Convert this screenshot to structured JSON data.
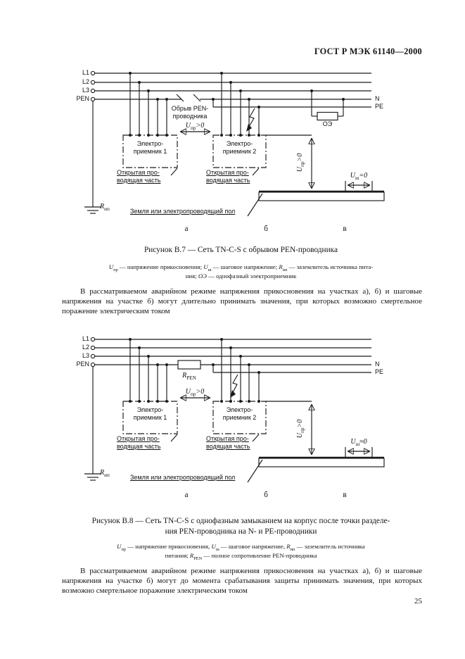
{
  "page": {
    "header_title": "ГОСТ Р МЭК 61140—2000",
    "page_number": "25"
  },
  "diagram1": {
    "bus": {
      "l1": "L1",
      "l2": "L2",
      "l3": "L3",
      "pen": "PEN"
    },
    "right": {
      "n": "N",
      "pe": "PE"
    },
    "break_label": "Обрыв PEN-проводника",
    "receiver1_line1": "Электро-",
    "receiver1_line2": "приемник 1",
    "receiver2_line1": "Электро-",
    "receiver2_line2": "приемник 2",
    "exposed1_line1": "Открытая про-",
    "exposed1_line2": "водящая часть",
    "exposed2_line1": "Открытая про-",
    "exposed2_line2": "водящая часть",
    "oe_label": "ОЭ",
    "ground_label": "Земля или электропроводящий пол",
    "sections": {
      "a": "а",
      "b": "б",
      "v": "в"
    },
    "tokens": {
      "u_touch": [
        {
          "t": "U",
          "i": true
        },
        {
          "t": "пр",
          "sub": true
        },
        {
          "t": ">0"
        }
      ],
      "u_step": [
        {
          "t": "U",
          "i": true
        },
        {
          "t": "ш",
          "sub": true
        },
        {
          "t": "=0"
        }
      ],
      "r_ip": [
        {
          "t": "R",
          "i": true
        },
        {
          "t": "ип",
          "sub": true
        }
      ]
    },
    "caption": "Рисунок В.7 — Сеть TN-C-S с обрывом PEN-проводника",
    "legend_line1": [
      {
        "t": "U",
        "i": true
      },
      {
        "t": "пр",
        "sub": true
      },
      {
        "t": " — напряжение прикосновения; "
      },
      {
        "t": "U",
        "i": true
      },
      {
        "t": "ш",
        "sub": true
      },
      {
        "t": " — шаговое напряжение; "
      },
      {
        "t": "R",
        "i": true
      },
      {
        "t": "ип",
        "sub": true
      },
      {
        "t": " — заземлитель источника пита-"
      }
    ],
    "legend_line2": [
      {
        "t": "ния; "
      },
      {
        "t": "ОЭ",
        "i": true
      },
      {
        "t": " — однофазный электроприемник"
      }
    ],
    "note": "В рассматриваемом аварийном режиме напряжения прикосновения на участках а), б) и шаговые напряжения на участке б) могут длительно принимать значения, при которых возможно смертельное поражение электрическим током"
  },
  "diagram2": {
    "bus": {
      "l1": "L1",
      "l2": "L2",
      "l3": "L3",
      "pen": "PEN"
    },
    "right": {
      "n": "N",
      "pe": "PE"
    },
    "receiver1_line1": "Электро-",
    "receiver1_line2": "приемник 1",
    "receiver2_line1": "Электро-",
    "receiver2_line2": "приемник 2",
    "exposed1_line1": "Открытая про-",
    "exposed1_line2": "водящая часть",
    "exposed2_line1": "Открытая про-",
    "exposed2_line2": "водящая часть",
    "ground_label": "Земля или электропроводящий пол",
    "sections": {
      "a": "а",
      "b": "б",
      "v": "в"
    },
    "tokens": {
      "u_touch": [
        {
          "t": "U",
          "i": true
        },
        {
          "t": "пр",
          "sub": true
        },
        {
          "t": ">0"
        }
      ],
      "u_step": [
        {
          "t": "U",
          "i": true
        },
        {
          "t": "ш",
          "sub": true
        },
        {
          "t": "≈0"
        }
      ],
      "r_ip": [
        {
          "t": "R",
          "i": true
        },
        {
          "t": "ип",
          "sub": true
        }
      ],
      "r_pen": [
        {
          "t": "R",
          "i": true
        },
        {
          "t": "PEN",
          "sub": true
        }
      ]
    },
    "caption_line1": "Рисунок В.8 — Сеть TN-C-S с однофазным замыканием на корпус после точки разделе-",
    "caption_line2": "ния PEN-проводника на N- и PE-проводники",
    "legend_line1": [
      {
        "t": "U",
        "i": true
      },
      {
        "t": "пр",
        "sub": true
      },
      {
        "t": " — напряжение прикосновения, "
      },
      {
        "t": "U",
        "i": true
      },
      {
        "t": "ш",
        "sub": true
      },
      {
        "t": " — шаговое напряжение, "
      },
      {
        "t": "R",
        "i": true
      },
      {
        "t": "ип",
        "sub": true
      },
      {
        "t": " — заземлитель источника"
      }
    ],
    "legend_line2": [
      {
        "t": "питания; "
      },
      {
        "t": "R",
        "i": true
      },
      {
        "t": "PEN",
        "sub": true
      },
      {
        "t": " — полное сопротивление PEN-проводника"
      }
    ],
    "note": "В рассматриваемом аварийном режиме напряжения прикосновения на участках а), б) и шаговые напряжения на участке б) могут до момента срабатывания защиты принимать значения, при которых возможно смертельное поражение электрическим током"
  }
}
